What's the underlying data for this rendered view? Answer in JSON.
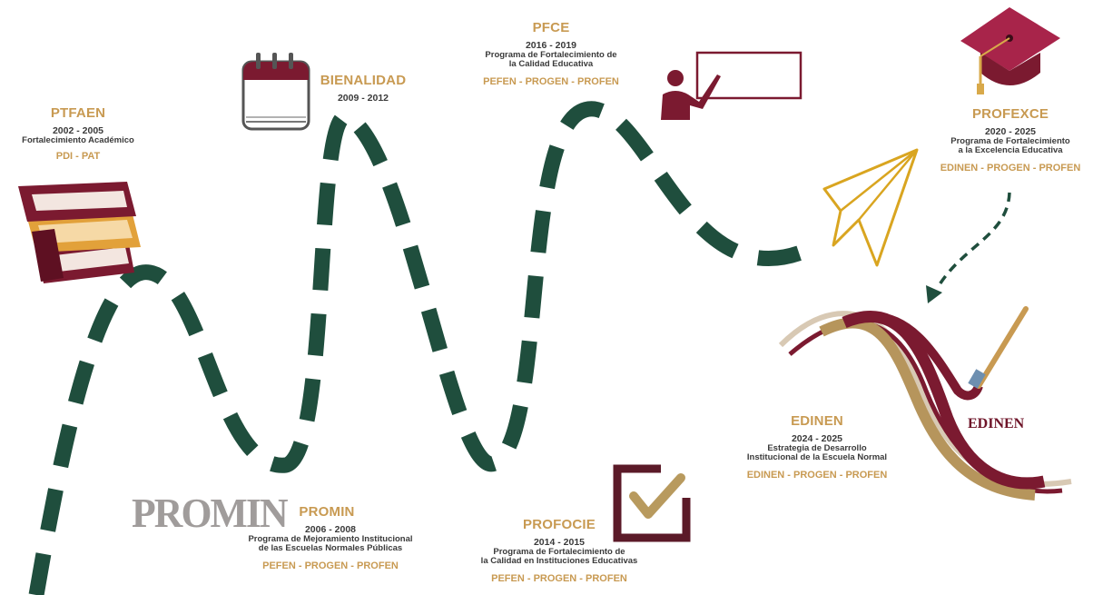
{
  "milestones": [
    {
      "key": "ptfaen",
      "title": "PTFAEN",
      "years": "2002 - 2005",
      "desc1": "Fortalecimiento Académico",
      "desc2": "",
      "programs": "PDI - PAT"
    },
    {
      "key": "promin",
      "title": "PROMIN",
      "years": "2006 - 2008",
      "desc1": "Programa de Mejoramiento Institucional",
      "desc2": "de las Escuelas Normales Públicas",
      "programs": "PEFEN - PROGEN - PROFEN"
    },
    {
      "key": "bienalidad",
      "title": "BIENALIDAD",
      "years": "2009 - 2012",
      "desc1": "",
      "desc2": "",
      "programs": ""
    },
    {
      "key": "profocie",
      "title": "PROFOCIE",
      "years": "2014 - 2015",
      "desc1": "Programa de Fortalecimiento de",
      "desc2": "la Calidad en Instituciones Educativas",
      "programs": "PEFEN - PROGEN - PROFEN"
    },
    {
      "key": "pfce",
      "title": "PFCE",
      "years": "2016 - 2019",
      "desc1": "Programa de Fortalecimiento de",
      "desc2": "la Calidad Educativa",
      "programs": "PEFEN - PROGEN - PROFEN"
    },
    {
      "key": "profexce",
      "title": "PROFEXCE",
      "years": "2020 - 2025",
      "desc1": "Programa de Fortalecimiento",
      "desc2": "a la Excelencia Educativa",
      "programs": "EDINEN - PROGEN - PROFEN"
    },
    {
      "key": "edinen",
      "title": "EDINEN",
      "years": "2024 - 2025",
      "desc1": "Estrategia de Desarrollo",
      "desc2": "Institucional de la Escuela Normal",
      "programs": "EDINEN - PROGEN - PROFEN"
    }
  ],
  "logos": {
    "promin": "PROMIN",
    "edinen": "EDINEN"
  },
  "icons": [
    "books-icon",
    "calendar-icon",
    "teacher-board-icon",
    "graduation-cap-icon",
    "paper-plane-icon",
    "checkmark-box-icon",
    "brush-strokes-icon"
  ],
  "colors": {
    "path": "#1f4e3d",
    "gold": "#c89a52",
    "maroon": "#7b1a30",
    "text": "#3a3a3a",
    "logo_gray": "#a09c9b"
  }
}
